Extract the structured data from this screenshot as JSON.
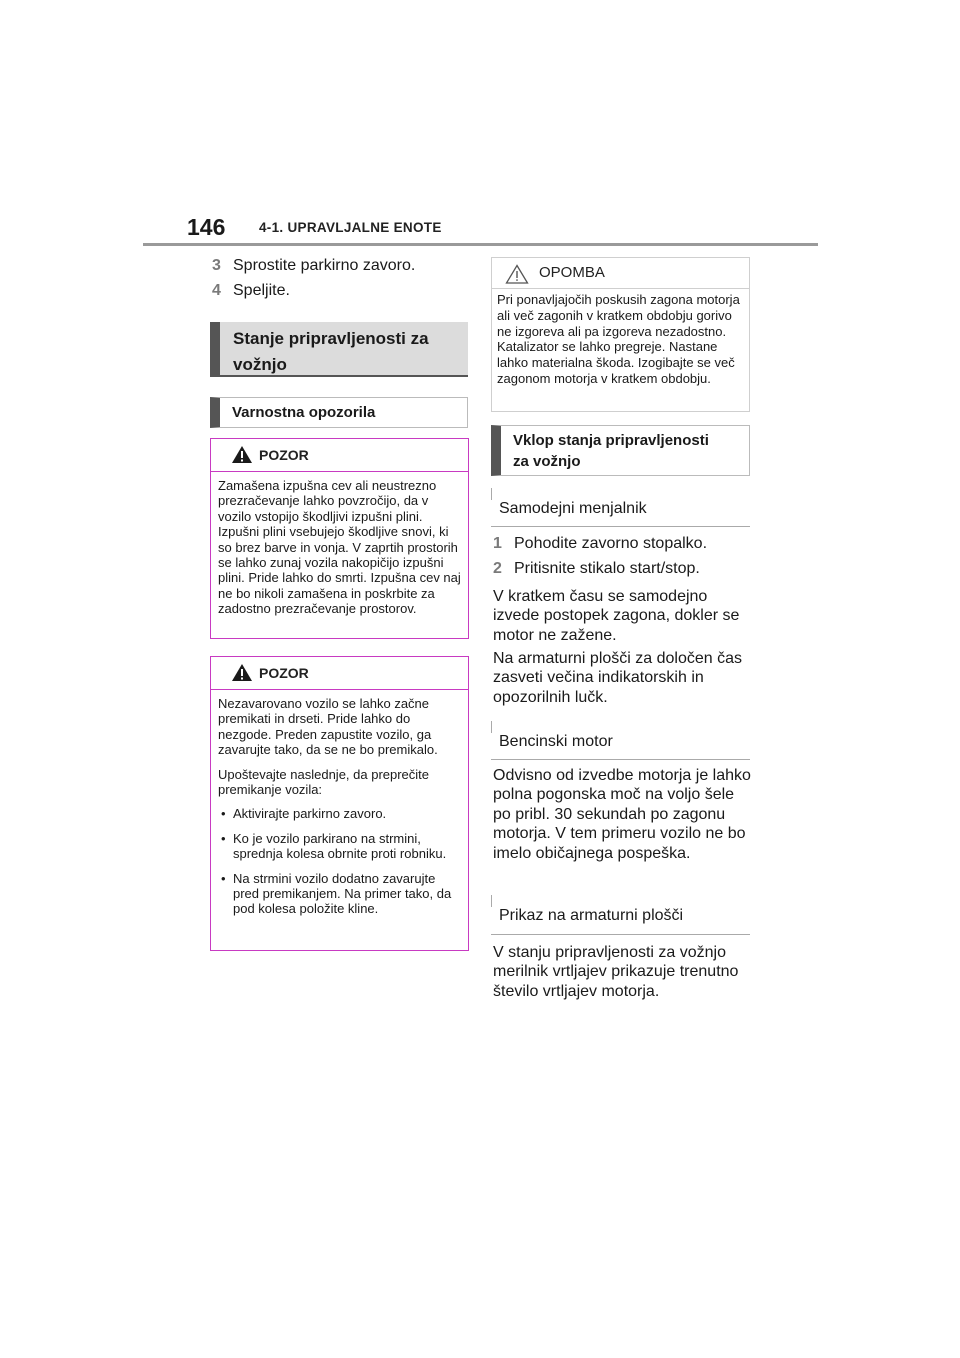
{
  "header": {
    "page_number": "146",
    "chapter": "4-1. UPRAVLJALNE ENOTE"
  },
  "left": {
    "steps": [
      {
        "num": "3",
        "text": "Sprostite parkirno zavoro."
      },
      {
        "num": "4",
        "text": "Speljite."
      }
    ],
    "section_heading": {
      "line1": "Stanje pripravljenosti za",
      "line2": "vožnjo"
    },
    "sub_heading": "Varnostna opozorila",
    "warning1": {
      "title": "POZOR",
      "body": "Zamašena izpušna cev ali neustrezno prezračevanje lahko povzročijo, da v vozilo vstopijo škodljivi izpušni plini. Izpušni plini vsebujejo škodljive snovi, ki so brez barve in vonja. V zaprtih prostorih se lahko zunaj vozila nakopičijo izpušni plini. Pride lahko do smrti. Izpušna cev naj ne bo nikoli zamašena in poskrbite za zadostno prezračevanje prostorov."
    },
    "warning2": {
      "title": "POZOR",
      "para1": "Nezavarovano vozilo se lahko začne premikati in drseti. Pride lahko do nezgode. Preden zapustite vozilo, ga zavarujte tako, da se ne bo premikalo.",
      "para2": "Upoštevajte naslednje, da preprečite premikanje vozila:",
      "bullets": [
        "Aktivirajte parkirno zavoro.",
        "Ko je vozilo parkirano na strmini, sprednja kolesa obrnite proti robniku.",
        "Na strmini vozilo dodatno zavarujte pred premikanjem. Na primer tako, da pod kolesa položite kline."
      ]
    }
  },
  "right": {
    "note": {
      "title": "OPOMBA",
      "body": "Pri ponavljajočih poskusih zagona motorja ali več zagonih v kratkem obdobju gorivo ne izgoreva ali pa izgoreva nezadostno. Katalizator se lahko pregreje. Nastane lahko materialna škoda. Izogibajte se več zagonom motorja v kratkem obdobju."
    },
    "sub_heading": {
      "line1": "Vklop stanja pripravljenosti",
      "line2": "za vožnjo"
    },
    "subsection1": "Samodejni menjalnik",
    "steps": [
      {
        "num": "1",
        "text": "Pohodite zavorno stopalko."
      },
      {
        "num": "2",
        "text": "Pritisnite stikalo start/stop."
      }
    ],
    "para1": "V kratkem času se samodejno izvede postopek zagona, dokler se motor ne zažene.",
    "para2": "Na armaturni plošči za določen čas zasveti večina indikatorskih in opozorilnih lučk.",
    "subsection2": "Bencinski motor",
    "para3": "Odvisno od izvedbe motorja je lahko polna pogonska moč na voljo šele po pribl. 30 sekundah po zagonu motorja. V tem primeru vozilo ne bo imelo običajnega pospeška.",
    "subsection3": "Prikaz na armaturni plošči",
    "para4": "V stanju pripravljenosti za vožnjo merilnik vrtljajev prikazuje trenutno število vrtljajev motorja."
  }
}
